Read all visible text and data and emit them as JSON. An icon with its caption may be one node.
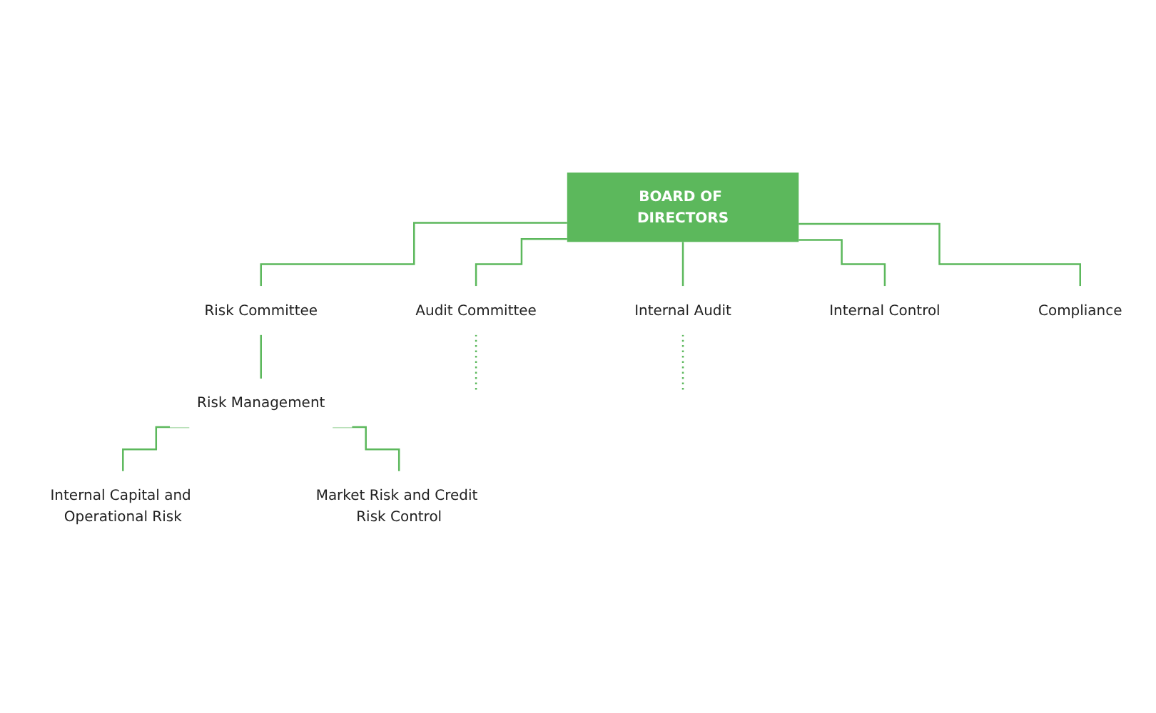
{
  "diagram": {
    "nodes": [
      {
        "text": [
          "BOARD OF DIRECTORS"
        ]
      },
      {
        "text": [
          "Risk Committee"
        ]
      },
      {
        "text": [
          "Risk Management"
        ]
      },
      {
        "text": [
          "Internal Capital and Operational Risk"
        ]
      },
      {
        "text": [
          "Market Risk and Credit Risk Control"
        ]
      },
      {
        "text": [
          "Audit Committee"
        ]
      },
      {
        "text": [
          "Internal Audit"
        ]
      },
      {
        "text": [
          "Internal Control"
        ]
      },
      {
        "text": [
          "Compliance"
        ]
      }
    ],
    "edges": [
      {
        "from": 0,
        "to": 1,
        "arrow": "none"
      },
      {
        "from": 1,
        "to": 2,
        "arrow": "none"
      },
      {
        "from": 2,
        "to": 3,
        "arrow": "none"
      },
      {
        "from": 2,
        "to": 4,
        "arrow": "none"
      },
      {
        "from": 0,
        "to": 5,
        "arrow": "none"
      },
      {
        "from": 0,
        "to": 6,
        "arrow": "none"
      },
      {
        "from": 0,
        "to": 7,
        "arrow": "none"
      },
      {
        "from": 0,
        "to": 8,
        "arrow": "none"
      },
      {
        "from": 5,
        "to": null,
        "arrow": "none",
        "style": "dashed"
      },
      {
        "from": 6,
        "to": null,
        "arrow": "none",
        "style": "dashed"
      }
    ]
  }
}
